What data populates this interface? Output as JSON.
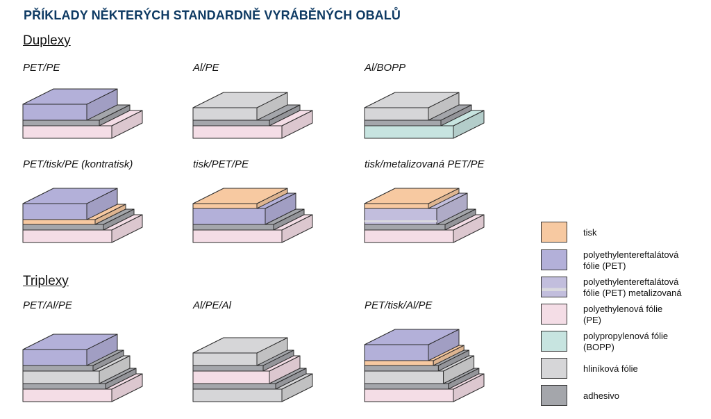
{
  "title": "PŘÍKLADY NĚKTERÝCH STANDARDNĚ VYRÁBĚNÝCH OBALŮ",
  "sections": {
    "duplexy": "Duplexy",
    "triplexy": "Triplexy"
  },
  "materials": {
    "tisk": {
      "color": "#f7c9a1"
    },
    "pet": {
      "color": "#b3b0d9"
    },
    "petm": {
      "color": "#c2bedd"
    },
    "pe": {
      "color": "#f4dde6"
    },
    "bopp": {
      "color": "#c7e4e0"
    },
    "al": {
      "color": "#d6d6d8"
    },
    "adh": {
      "color": "#a4a6ab"
    }
  },
  "diagrams": [
    {
      "label": "PET/PE",
      "layers": [
        "pe",
        "adh",
        "pet"
      ]
    },
    {
      "label": "Al/PE",
      "layers": [
        "pe",
        "adh",
        "al"
      ]
    },
    {
      "label": "Al/BOPP",
      "layers": [
        "bopp",
        "adh",
        "al"
      ]
    },
    {
      "label": "PET/tisk/PE (kontratisk)",
      "layers": [
        "pe",
        "adh",
        "tisk",
        "pet"
      ]
    },
    {
      "label": "tisk/PET/PE",
      "layers": [
        "pe",
        "adh",
        "pet",
        "tisk"
      ]
    },
    {
      "label": "tisk/metalizovaná PET/PE",
      "layers": [
        "pe",
        "adh",
        "petm",
        "tisk"
      ]
    },
    {
      "label": "PET/Al/PE",
      "layers": [
        "pe",
        "adh",
        "al",
        "adh",
        "pet"
      ]
    },
    {
      "label": "Al/PE/Al",
      "layers": [
        "al",
        "adh",
        "pe",
        "adh",
        "al"
      ]
    },
    {
      "label": "PET/tisk/Al/PE",
      "layers": [
        "pe",
        "adh",
        "al",
        "adh",
        "tisk",
        "pet"
      ]
    }
  ],
  "legend": [
    {
      "key": "tisk",
      "lines": [
        "tisk"
      ]
    },
    {
      "key": "pet",
      "lines": [
        "polyethylentereftalátová",
        "fólie (PET)"
      ]
    },
    {
      "key": "petm",
      "lines": [
        "polyethylentereftalátová",
        "fólie (PET) metalizovaná"
      ]
    },
    {
      "key": "pe",
      "lines": [
        "polyethylenová fólie",
        "(PE)"
      ]
    },
    {
      "key": "bopp",
      "lines": [
        "polypropylenová fólie",
        "(BOPP)"
      ]
    },
    {
      "key": "al",
      "lines": [
        "hliníková fólie"
      ]
    },
    {
      "key": "adh",
      "lines": [
        "adhesivo"
      ]
    }
  ]
}
